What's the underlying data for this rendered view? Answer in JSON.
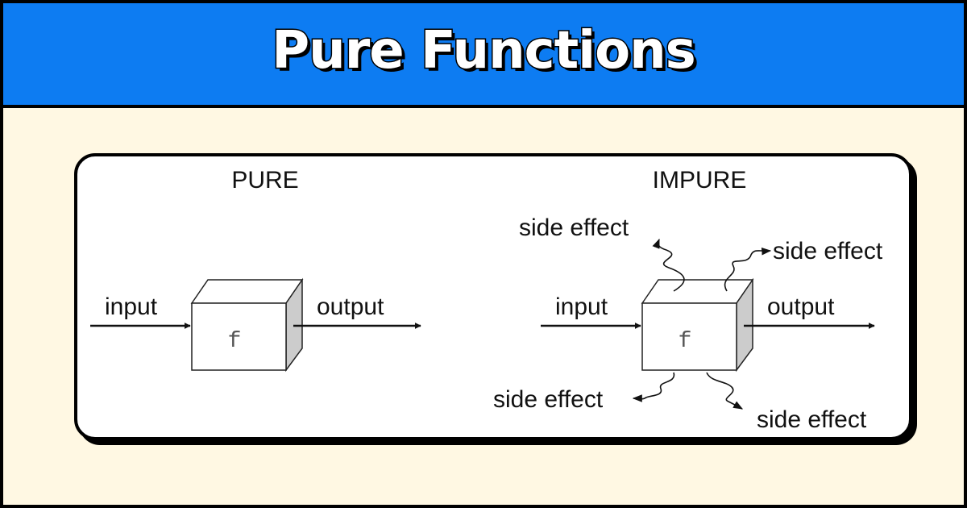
{
  "header": {
    "title": "Pure Functions"
  },
  "colors": {
    "header_bg": "#0d7cf2",
    "page_bg": "#fff8e3",
    "panel_bg": "#ffffff",
    "box_side": "#cccccc"
  },
  "pure": {
    "heading": "PURE",
    "input_label": "input",
    "output_label": "output",
    "function_label": "f"
  },
  "impure": {
    "heading": "IMPURE",
    "input_label": "input",
    "output_label": "output",
    "function_label": "f",
    "side_effect_top_left": "side effect",
    "side_effect_top_right": "side effect",
    "side_effect_bottom_left": "side effect",
    "side_effect_bottom_right": "side effect"
  }
}
